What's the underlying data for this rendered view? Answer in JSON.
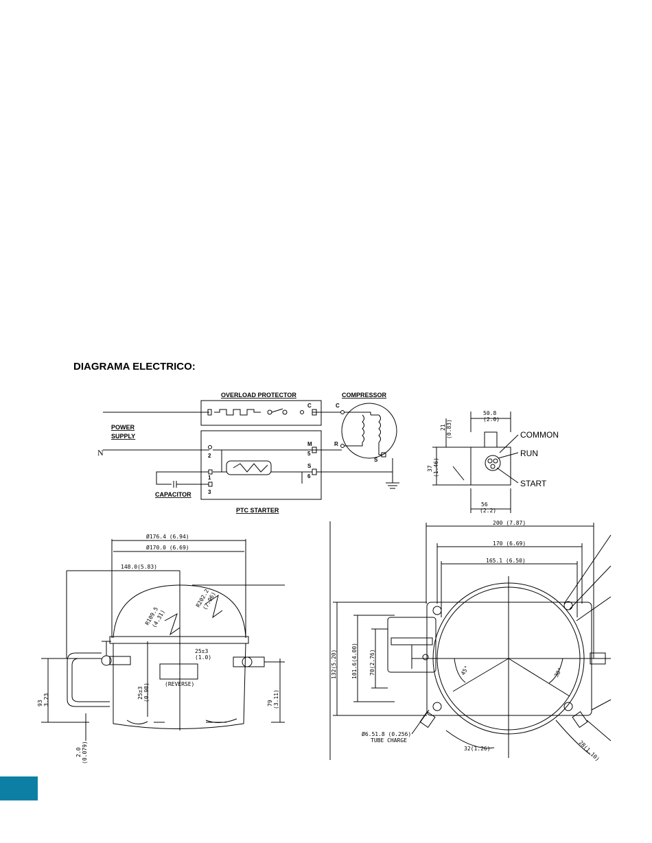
{
  "section": {
    "title": "DIAGRAMA ELECTRICO:"
  },
  "brand": {
    "accent_color": "#0e7fa4"
  },
  "wiring": {
    "overload_protector": "OVERLOAD PROTECTOR",
    "compressor": "COMPRESSOR",
    "power_supply_line1": "POWER",
    "power_supply_line2": "SUPPLY",
    "neutral": "N",
    "capacitor": "CAPACITOR",
    "ptc_starter": "PTC STARTER",
    "term_c_left": "C",
    "term_c_right": "C",
    "term_m": "M",
    "term_5": "5",
    "term_s": "S",
    "term_6": "6",
    "term_r": "R",
    "term_s_comp": "S",
    "term_2": "2",
    "term_1": "1",
    "term_3": "3"
  },
  "terminal_view": {
    "common": "COMMON",
    "run": "RUN",
    "start": "START",
    "dim_top": "50.8",
    "dim_top_in": "(2.0)",
    "dim_height": "37",
    "dim_height_in": "(1.46)",
    "dim_bottom": "56",
    "dim_bottom_in": "(2.2)",
    "dim_side": "21",
    "dim_side_in": "(0.83)"
  },
  "side_view": {
    "d1": "Ø176.4 (6.94)",
    "d2": "Ø170.0 (6.69)",
    "d3": "148.0(5.83)",
    "r1": "R109.5",
    "r1_in": "(4.31)",
    "r2": "R202.2",
    "r2_in": "(7.96)",
    "offset": "25±3",
    "offset_in": "(1.0)",
    "reverse": "(REVERSE)",
    "h_left": "93",
    "h_left_in": "3.23",
    "h_small": "25±3",
    "h_small_in": "(0.98)",
    "h_right": "79",
    "h_right_in": "(3.11)",
    "bottom": "2.0",
    "bottom_in": "(0.079)"
  },
  "top_view": {
    "w1": "200 (7.87)",
    "w2": "170 (6.69)",
    "w3": "165.1 (6.50)",
    "h1": "132(5.20)",
    "h2": "101.6(4.00)",
    "h3": "70(2.76)",
    "a1": "45°",
    "a2": "38°",
    "tube": "Ø6.51.8 (0.256)",
    "tube_label": "TUBE CHARGE",
    "d_bottom": "32(1.26)",
    "d_right": "28(1.10)"
  }
}
